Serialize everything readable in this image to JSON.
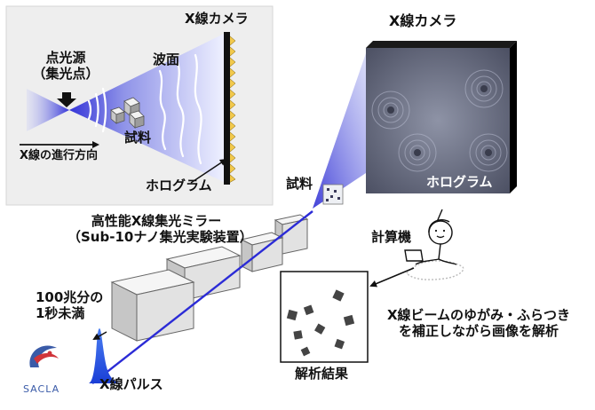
{
  "inset": {
    "point_source_line1": "点光源",
    "point_source_line2": "（集光点）",
    "wavefront": "波面",
    "camera": "X線カメラ",
    "sample": "試料",
    "direction": "X線の進行方向",
    "hologram": "ホログラム"
  },
  "main": {
    "camera": "X線カメラ",
    "hologram": "ホログラム",
    "sample": "試料",
    "mirror_line1": "高性能X線集光ミラー",
    "mirror_line2": "（Sub-10ナノ集光実験装置）",
    "pulse_time_line1": "100兆分の",
    "pulse_time_line2": "1秒未満",
    "pulse": "X線パルス",
    "computer": "計算機",
    "analysis_line1": "X線ビームのゆがみ・ふらつき",
    "analysis_line2": "を補正しながら画像を解析",
    "result": "解析結果"
  },
  "logo": {
    "text": "SACLA"
  },
  "colors": {
    "beam_blue": "#2b2bd6",
    "beam_light": "#c9cdf6",
    "inset_bg": "#eeeeee",
    "hologram_gold": "#f2c94c",
    "logo_red": "#d0343a",
    "logo_blue": "#3a5ba8"
  }
}
